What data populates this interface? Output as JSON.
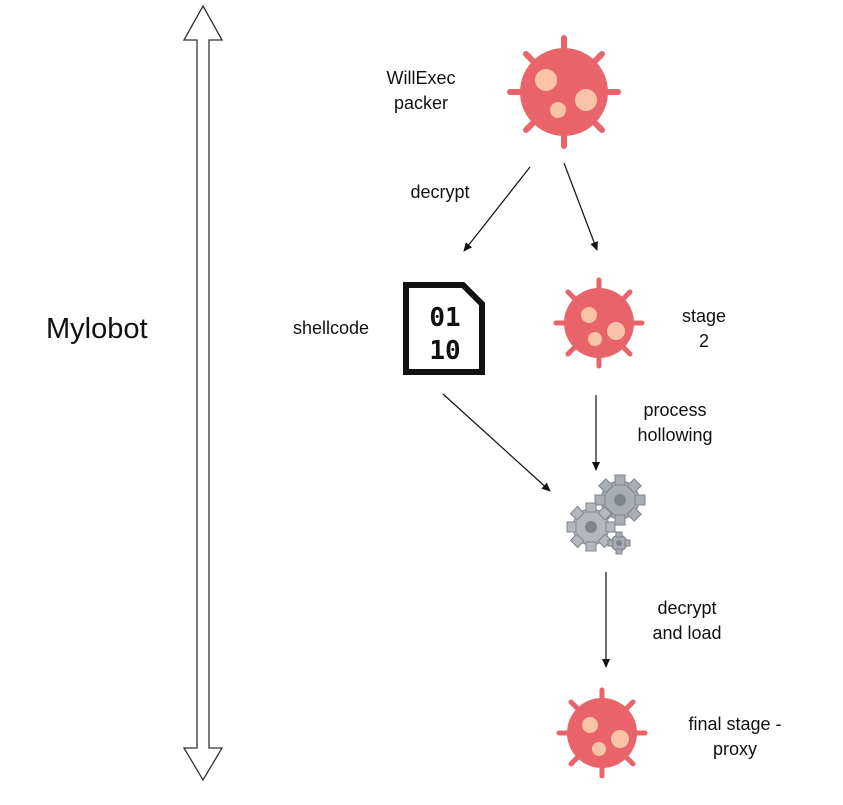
{
  "diagram": {
    "title": "Mylobot",
    "nodes": {
      "willexec": {
        "line1": "WillExec",
        "line2": "packer",
        "icon": "virus-icon"
      },
      "shellcode": {
        "label": "shellcode",
        "icon": "binary-file-icon",
        "bits_top": "01",
        "bits_bottom": "10"
      },
      "stage2": {
        "line1": "stage",
        "line2": "2",
        "icon": "virus-icon"
      },
      "process": {
        "icon": "gears-icon"
      },
      "final": {
        "line1": "final stage -",
        "line2": "proxy",
        "icon": "virus-icon"
      }
    },
    "edges": {
      "decrypt": "decrypt",
      "hollow_line1": "process",
      "hollow_line2": "hollowing",
      "load_line1": "decrypt",
      "load_line2": "and load"
    },
    "colors": {
      "virus_body": "#e8646a",
      "virus_spot": "#f8c3a6",
      "gear": "#a9adb4",
      "gear_dark": "#7f848c",
      "ink": "#111111"
    }
  }
}
